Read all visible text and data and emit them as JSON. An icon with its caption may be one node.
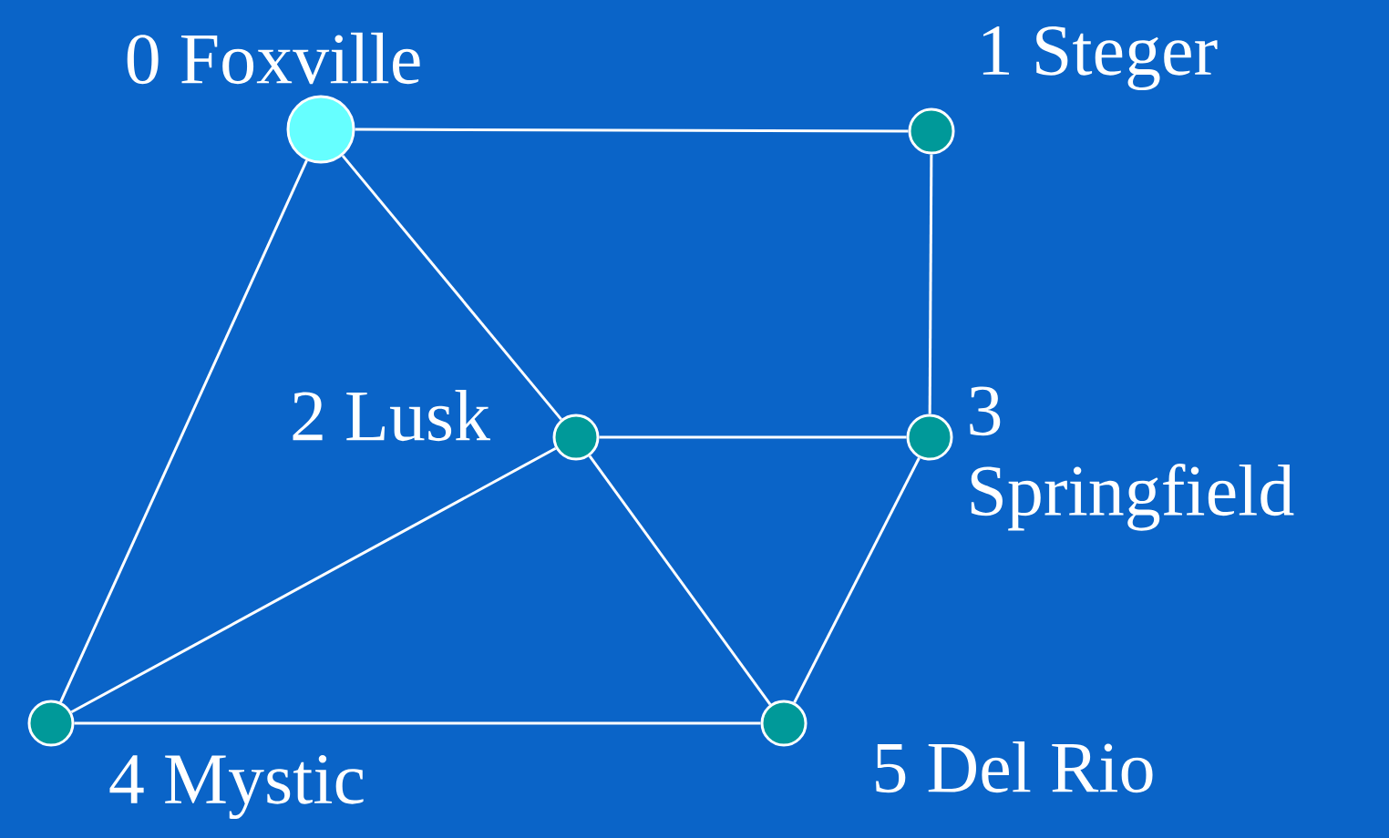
{
  "diagram": {
    "nodes": [
      {
        "text": [],
        "shape": "circle",
        "beside": [
          "0 Foxville"
        ]
      },
      {
        "text": [],
        "shape": "circle",
        "beside": [
          "1 Steger"
        ]
      },
      {
        "text": [],
        "shape": "circle",
        "beside": [
          "2 Lusk"
        ]
      },
      {
        "text": [],
        "shape": "circle",
        "beside": [
          "3 Springfield"
        ]
      },
      {
        "text": [],
        "shape": "circle",
        "beside": [
          "4 Mystic"
        ]
      },
      {
        "text": [],
        "shape": "circle",
        "beside": [
          "5 Del Rio"
        ]
      }
    ],
    "edges": [
      {
        "from": 0,
        "to": 1,
        "arrow": "none"
      },
      {
        "from": 0,
        "to": 2,
        "arrow": "none"
      },
      {
        "from": 0,
        "to": 4,
        "arrow": "none"
      },
      {
        "from": 1,
        "to": 3,
        "arrow": "none"
      },
      {
        "from": 2,
        "to": 3,
        "arrow": "none"
      },
      {
        "from": 2,
        "to": 4,
        "arrow": "none"
      },
      {
        "from": 2,
        "to": 5,
        "arrow": "none"
      },
      {
        "from": 3,
        "to": 5,
        "arrow": "none"
      },
      {
        "from": 4,
        "to": 5,
        "arrow": "none"
      }
    ]
  }
}
